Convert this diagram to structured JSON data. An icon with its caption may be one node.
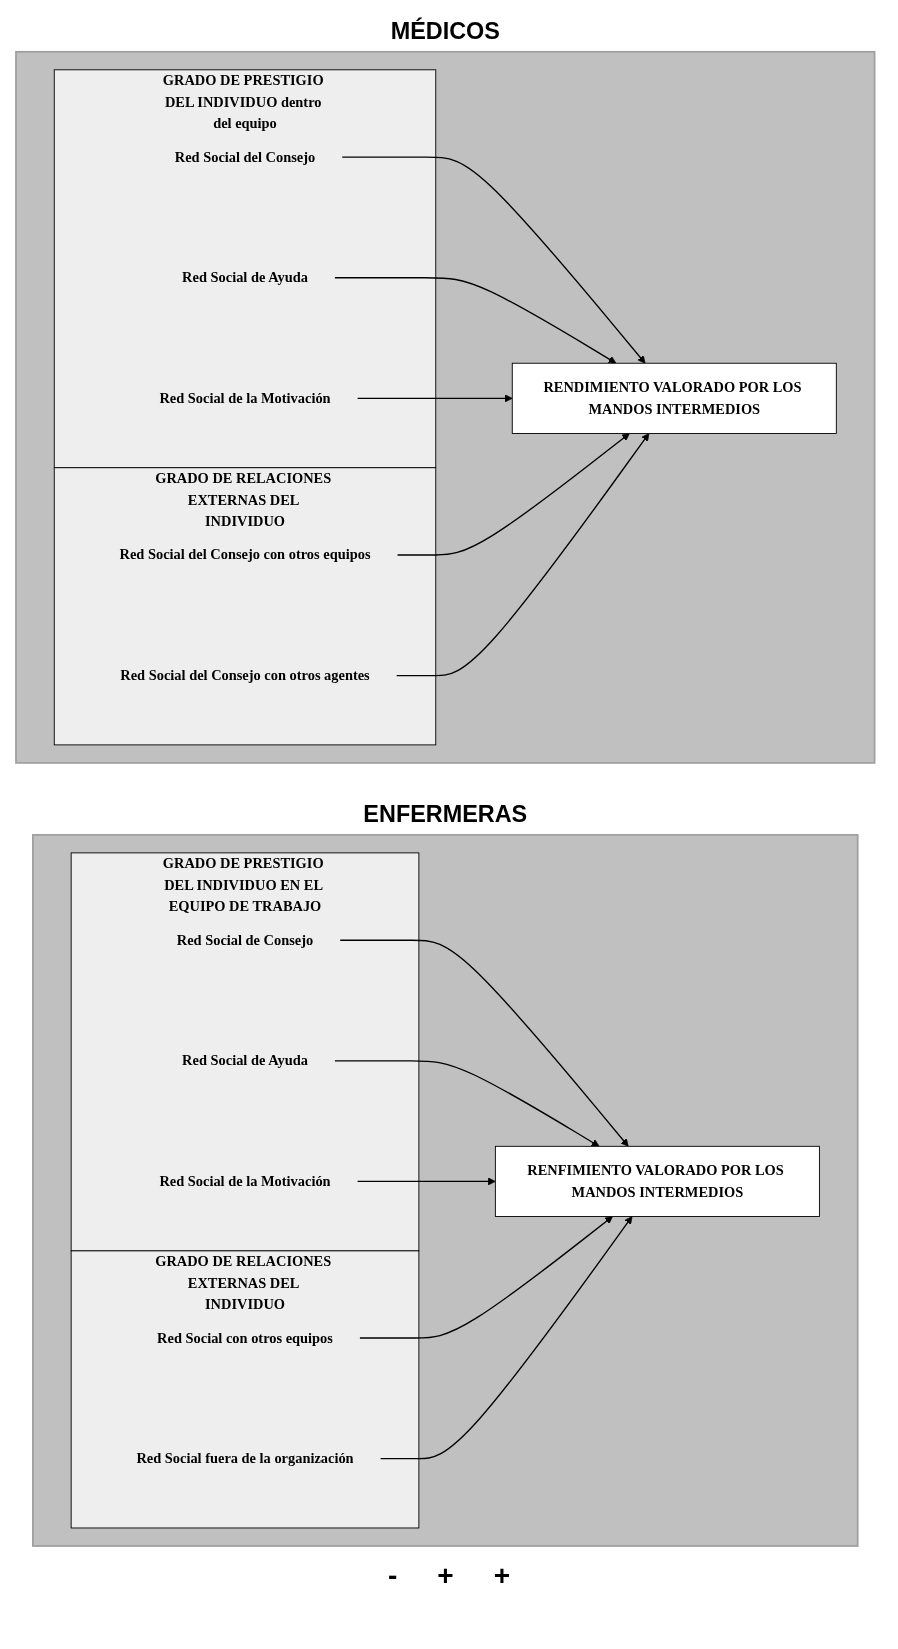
{
  "diagram": {
    "nodes": [
      {
        "text": [
          "MÉDICOS"
        ]
      },
      {
        "text": [
          "GRADO DE PRESTIGIO DEL INDIVIDUO dentro del equipo"
        ],
        "in": 0
      },
      {
        "text": [
          "Red Social del Consejo"
        ],
        "in": 1
      },
      {
        "text": [
          "Red Social de Ayuda"
        ],
        "in": 1
      },
      {
        "text": [
          "Red Social de la Motivación"
        ],
        "in": 1
      },
      {
        "text": [
          "RENDIMIENTO VALORADO POR LOS MANDOS INTERMEDIOS"
        ],
        "in": 0
      },
      {
        "text": [
          "GRADO DE RELACIONES EXTERNAS DEL INDIVIDUO"
        ],
        "in": 0
      },
      {
        "text": [
          "Red Social del Consejo con otros equipos"
        ],
        "in": 6
      },
      {
        "text": [
          "Red Social del Consejo con otros agentes"
        ],
        "in": 6
      },
      {
        "text": [
          "ENFERMERAS"
        ]
      },
      {
        "text": [
          "GRADO DE PRESTIGIO DEL INDIVIDUO EN EL EQUIPO DE TRABAJO"
        ],
        "in": 9
      },
      {
        "text": [
          "Red Social de Consejo"
        ],
        "in": 10
      },
      {
        "text": [
          "Red Social de Ayuda"
        ],
        "in": 10
      },
      {
        "text": [
          "Red Social de la Motivación"
        ],
        "in": 10
      },
      {
        "text": [
          "RENFIMIENTO VALORADO POR LOS MANDOS INTERMEDIOS"
        ],
        "in": 9
      },
      {
        "text": [
          "GRADO DE RELACIONES EXTERNAS DEL INDIVIDUO"
        ],
        "in": 9
      },
      {
        "text": [
          "Red Social con otros equipos"
        ],
        "in": 15
      },
      {
        "text": [
          "Red Social fuera de la organización"
        ],
        "in": 15
      }
    ],
    "edges": [
      {
        "from": 2,
        "to": 5,
        "arrow": "to"
      },
      {
        "from": 3,
        "to": 5,
        "arrow": "to"
      },
      {
        "from": 4,
        "to": 5,
        "arrow": "to"
      },
      {
        "from": 7,
        "to": 5,
        "arrow": "to"
      },
      {
        "from": 8,
        "to": 5,
        "arrow": "to"
      },
      {
        "from": 11,
        "to": 14,
        "arrow": "to"
      },
      {
        "from": 12,
        "to": 14,
        "arrow": "to"
      },
      {
        "from": 13,
        "to": 14,
        "arrow": "to"
      },
      {
        "from": 16,
        "to": 14,
        "arrow": "to"
      },
      {
        "from": 17,
        "to": 14,
        "arrow": "to"
      }
    ],
    "labels": [
      "-",
      "+",
      "+"
    ]
  }
}
